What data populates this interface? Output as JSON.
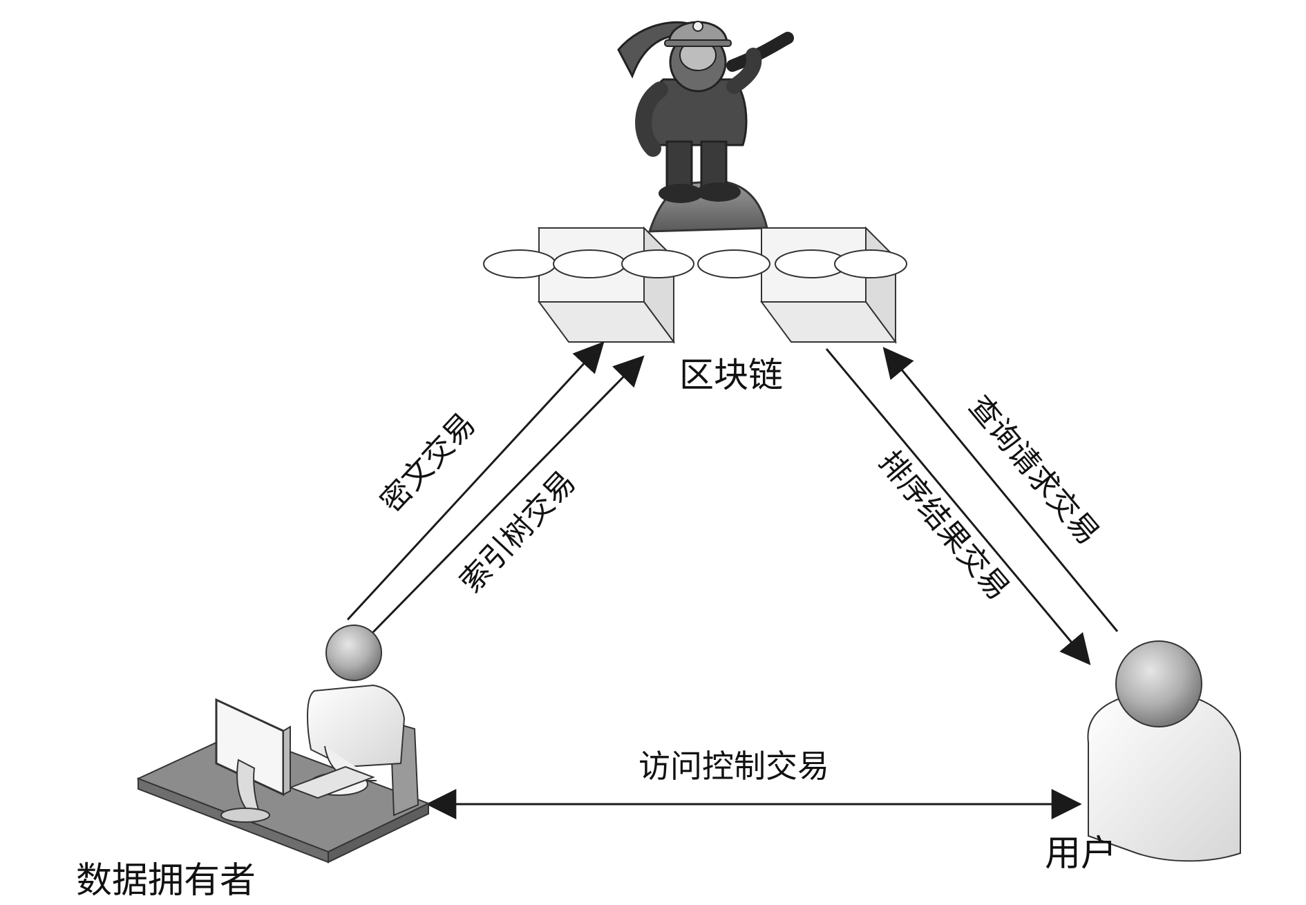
{
  "nodes": {
    "blockchain": {
      "label": "区块链",
      "icon": "miner-icon"
    },
    "owner": {
      "label": "数据拥有者",
      "icon": "person-at-computer-icon"
    },
    "user": {
      "label": "用户",
      "icon": "person-icon"
    }
  },
  "edges": {
    "ciphertext": "密文交易",
    "index_tree": "索引树交易",
    "query_request": "查询请求交易",
    "sort_result": "排序结果交易",
    "access_control": "访问控制交易"
  },
  "colors": {
    "stroke": "#1a1a1a",
    "person_head": "#b5b5b5",
    "person_body": "#f2f2f2",
    "block_face": "#f4f4f4",
    "desk": "#8c8c8c"
  }
}
